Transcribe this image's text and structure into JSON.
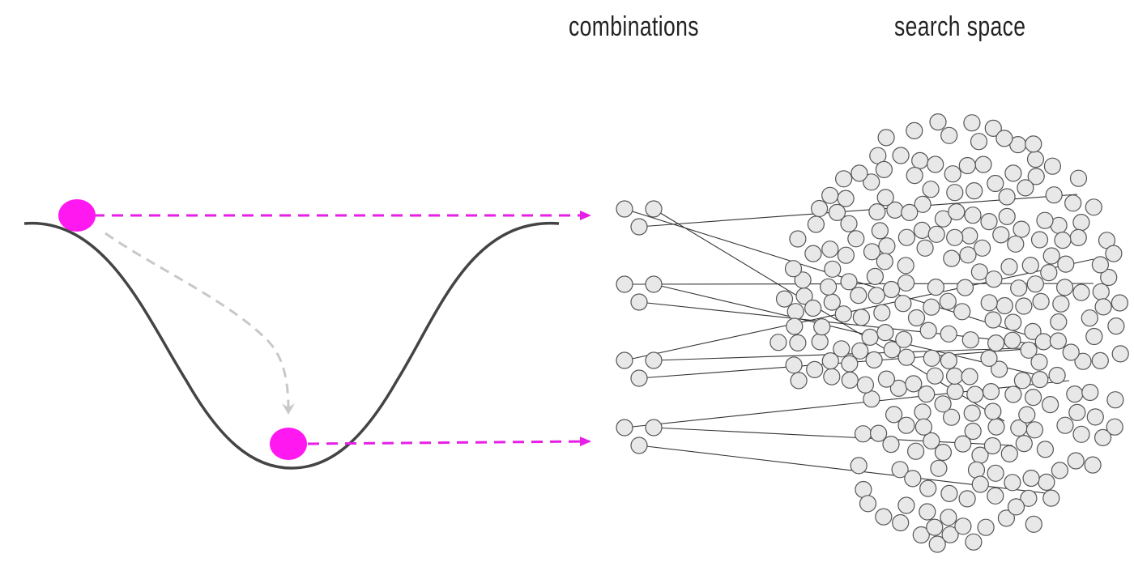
{
  "headings": {
    "combinations": "combinations",
    "search_space": "search space"
  },
  "colors": {
    "ball": "#ff19f0",
    "pointer_arrow": "#e61ee6",
    "descent_arrow": "#c8c8c8",
    "curve": "#444444",
    "node_fill": "#e8e8e8",
    "node_stroke": "#555555",
    "link": "#333333"
  },
  "icons": {
    "ball": "magenta-ball",
    "descent": "dashed-curved-arrow",
    "pointer": "dashed-arrow",
    "node": "grey-circle-node"
  }
}
